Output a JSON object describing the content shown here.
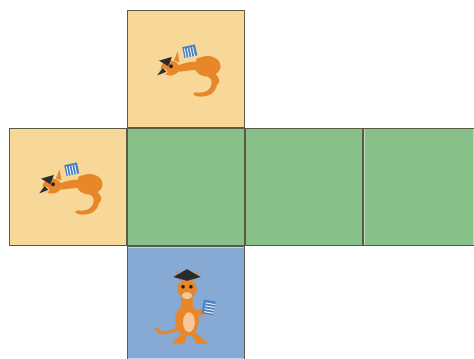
{
  "net": {
    "cells": [
      {
        "id": "top",
        "role": "face",
        "fill_key": "tan",
        "content": "kangaroo-lying"
      },
      {
        "id": "left",
        "role": "face",
        "fill_key": "tan",
        "content": "kangaroo-lying"
      },
      {
        "id": "center",
        "role": "face",
        "fill_key": "green",
        "content": ""
      },
      {
        "id": "right1",
        "role": "face",
        "fill_key": "green",
        "content": ""
      },
      {
        "id": "right2",
        "role": "face",
        "fill_key": "green",
        "content": ""
      },
      {
        "id": "bottom",
        "role": "face",
        "fill_key": "blue",
        "content": "kangaroo-standing"
      }
    ]
  },
  "colors": {
    "tan": "#f7d898",
    "green": "#88c08a",
    "blue": "#86aad4",
    "border": "#5a5a45",
    "kangaroo_body": "#e8862a",
    "kangaroo_light": "#f6c79a",
    "hat": "#2b2b2b",
    "book": "#4a7fc0"
  }
}
